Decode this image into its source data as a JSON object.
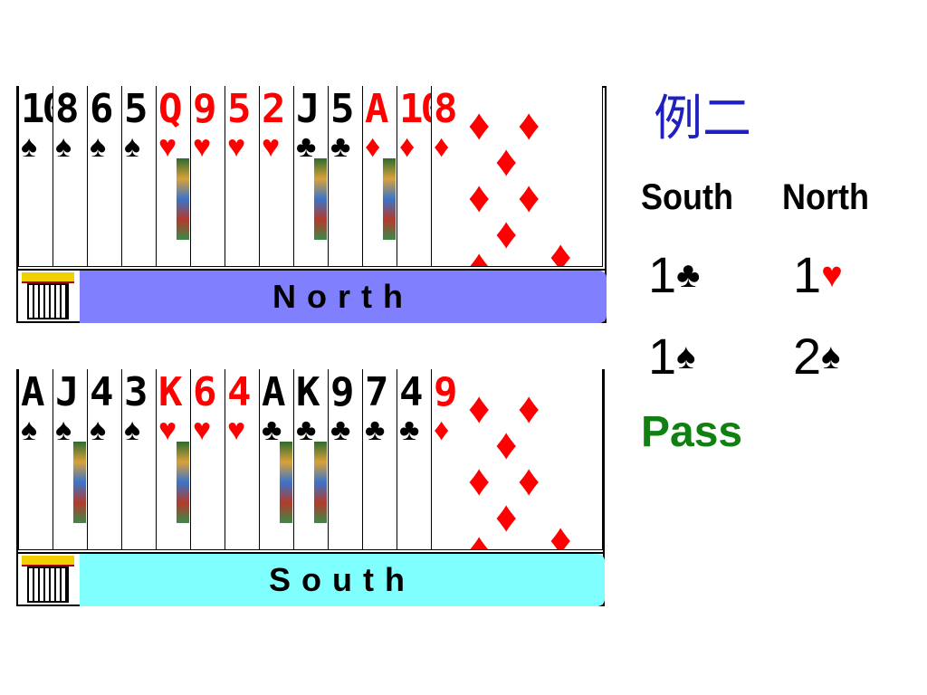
{
  "title": "例二",
  "colors": {
    "red": "#ff0000",
    "black": "#000000",
    "north_bar": "#8080ff",
    "south_bar": "#80ffff",
    "pass": "#108010",
    "title": "#2020c0"
  },
  "north": {
    "label": "North",
    "cards": [
      {
        "rank": "10",
        "suit": "♠",
        "color": "black"
      },
      {
        "rank": "8",
        "suit": "♠",
        "color": "black"
      },
      {
        "rank": "6",
        "suit": "♠",
        "color": "black"
      },
      {
        "rank": "5",
        "suit": "♠",
        "color": "black"
      },
      {
        "rank": "Q",
        "suit": "♥",
        "color": "red"
      },
      {
        "rank": "9",
        "suit": "♥",
        "color": "red"
      },
      {
        "rank": "5",
        "suit": "♥",
        "color": "red"
      },
      {
        "rank": "2",
        "suit": "♥",
        "color": "red"
      },
      {
        "rank": "J",
        "suit": "♣",
        "color": "black"
      },
      {
        "rank": "5",
        "suit": "♣",
        "color": "black"
      },
      {
        "rank": "A",
        "suit": "♦",
        "color": "red"
      },
      {
        "rank": "10",
        "suit": "♦",
        "color": "red"
      },
      {
        "rank": "8",
        "suit": "♦",
        "color": "red"
      }
    ]
  },
  "south": {
    "label": "South",
    "cards": [
      {
        "rank": "A",
        "suit": "♠",
        "color": "black"
      },
      {
        "rank": "J",
        "suit": "♠",
        "color": "black"
      },
      {
        "rank": "4",
        "suit": "♠",
        "color": "black"
      },
      {
        "rank": "3",
        "suit": "♠",
        "color": "black"
      },
      {
        "rank": "K",
        "suit": "♥",
        "color": "red"
      },
      {
        "rank": "6",
        "suit": "♥",
        "color": "red"
      },
      {
        "rank": "4",
        "suit": "♥",
        "color": "red"
      },
      {
        "rank": "A",
        "suit": "♣",
        "color": "black"
      },
      {
        "rank": "K",
        "suit": "♣",
        "color": "black"
      },
      {
        "rank": "9",
        "suit": "♣",
        "color": "black"
      },
      {
        "rank": "7",
        "suit": "♣",
        "color": "black"
      },
      {
        "rank": "4",
        "suit": "♣",
        "color": "black"
      },
      {
        "rank": "9",
        "suit": "♦",
        "color": "red"
      }
    ]
  },
  "bidding": {
    "headers": [
      "South",
      "North"
    ],
    "rounds": [
      [
        {
          "num": "1",
          "suit": "♣",
          "color": "black"
        },
        {
          "num": "1",
          "suit": "♥",
          "color": "red"
        }
      ],
      [
        {
          "num": "1",
          "suit": "♠",
          "color": "black"
        },
        {
          "num": "2",
          "suit": "♠",
          "color": "black"
        }
      ]
    ],
    "final": "Pass"
  }
}
